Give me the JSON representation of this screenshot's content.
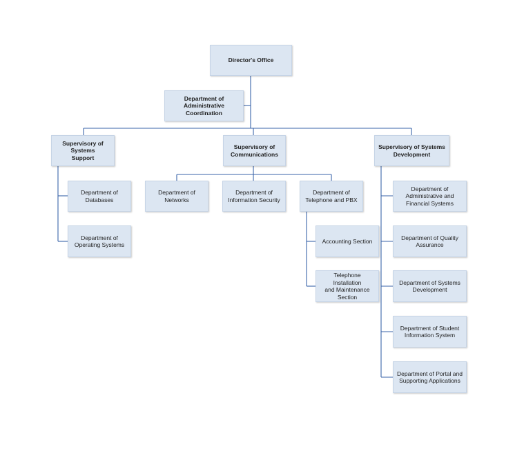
{
  "org_chart": {
    "director": "Director's Office",
    "admin_coordination": "Department of\nAdministrative Coordination",
    "supervisories": {
      "systems_support": "Supervisory of Systems\nSupport",
      "communications": "Supervisory of\nCommunications",
      "systems_development": "Supervisory of Systems\nDevelopment"
    },
    "systems_support_departments": {
      "databases": "Department of\nDatabases",
      "operating_systems": "Department of\nOperating Systems"
    },
    "communications_departments": {
      "networks": "Department of\nNetworks",
      "information_security": "Department of\nInformation Security",
      "telephone_pbx": "Department of\nTelephone and PBX"
    },
    "telephone_sections": {
      "accounting": "Accounting Section",
      "installation_maintenance": "Telephone Installation\nand Maintenance\nSection"
    },
    "systems_development_departments": {
      "admin_financial": "Department of\nAdministrative and\nFinancial Systems",
      "quality_assurance": "Department of Quality\nAssurance",
      "systems_development": "Department of Systems\nDevelopment",
      "student_information": "Department of Student\nInformation System",
      "portal_supporting": "Department of Portal and\nSupporting Applications"
    }
  },
  "colors": {
    "box_fill": "#dce6f2",
    "connector": "#3a63a8"
  }
}
